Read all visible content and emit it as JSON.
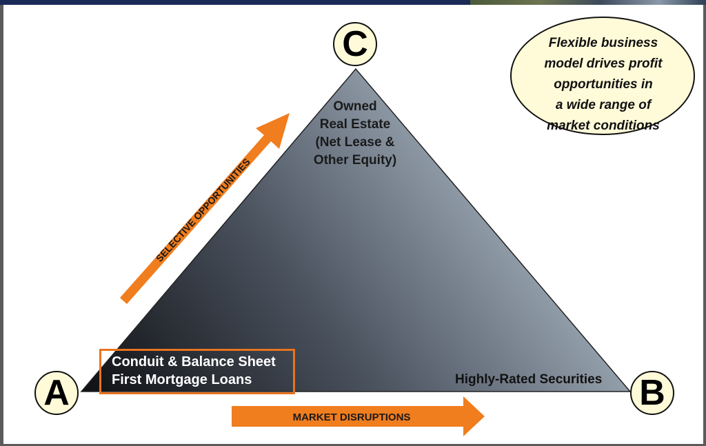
{
  "vertices": {
    "a": "A",
    "b": "B",
    "c": "C"
  },
  "apex_label": [
    "Owned",
    "Real Estate",
    "(Net Lease &",
    "Other Equity)"
  ],
  "corner_a_label": [
    "Conduit & Balance Sheet",
    "First Mortgage Loans"
  ],
  "corner_b_label": "Highly-Rated Securities",
  "arrows": {
    "selective": "SELECTIVE OPPORTUNITIES",
    "market": "MARKET DISRUPTIONS"
  },
  "callout": [
    "Flexible business",
    "model drives profit",
    "opportunities in",
    "a wide range of",
    "market conditions"
  ],
  "colors": {
    "arrow": "#f07d1e",
    "vertex_fill": "#fffbd9",
    "triangle_dark": "#0f1013",
    "triangle_light": "#a9b6c4"
  }
}
